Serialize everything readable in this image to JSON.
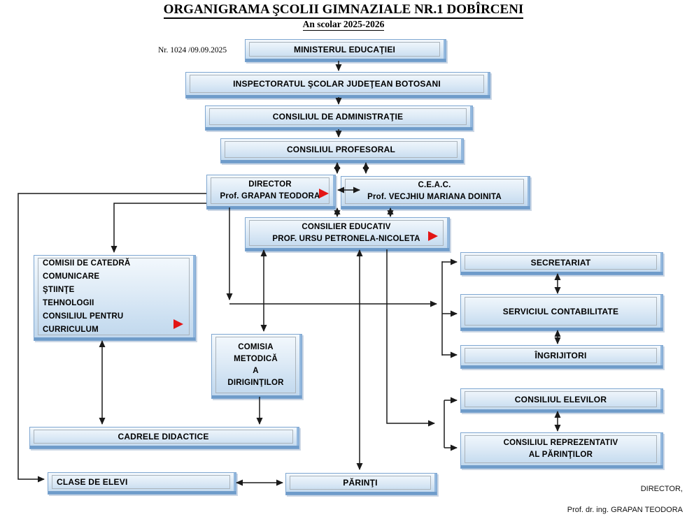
{
  "header": {
    "title": "ORGANIGRAMA ŞCOLII GIMNAZIALE NR.1 DOBÎRCENI",
    "subtitle": "An scolar 2025-2026",
    "doc_number": "Nr. 1024 /09.09.2025"
  },
  "signature": {
    "role": "DIRECTOR,",
    "name": "Prof. dr. ing. GRAPAN TEODORA"
  },
  "nodes": {
    "ministerul": {
      "label": "MINISTERUL EDUCAŢIEI"
    },
    "inspectoratul": {
      "label": "INSPECTORATUL ŞCOLAR JUDEŢEAN BOTOSANI"
    },
    "consiliul_administratie": {
      "label": "CONSILIUL DE ADMINISTRAŢIE"
    },
    "consiliul_profesoral": {
      "label": "CONSILIUL PROFESORAL"
    },
    "director": {
      "lines": [
        "DIRECTOR",
        "Prof. GRAPAN TEODORA"
      ]
    },
    "ceac": {
      "lines": [
        "C.E.A.C.",
        "Prof. VECJHIU MARIANA DOINITA"
      ]
    },
    "consilier_educativ": {
      "lines": [
        "CONSILIER EDUCATIV",
        "PROF. URSU PETRONELA-NICOLETA"
      ]
    },
    "comisii": {
      "lines": [
        "COMISII DE CATEDRĂ",
        "COMUNICARE",
        "ŞTIINŢE",
        "TEHNOLOGII",
        "CONSILIUL PENTRU",
        "CURRICULUM"
      ]
    },
    "secretariat": {
      "label": "SECRETARIAT"
    },
    "serviciul_contabilitate": {
      "label": "SERVICIUL CONTABILITATE"
    },
    "ingrijitori": {
      "label": "ÎNGRIJITORI"
    },
    "comisia_metodica": {
      "lines": [
        "COMISIA",
        "METODICĂ",
        "A",
        "DIRIGINŢILOR"
      ]
    },
    "consiliul_elevilor": {
      "label": "CONSILIUL ELEVILOR"
    },
    "consiliul_parintilor": {
      "lines": [
        "CONSILIUL REPREZENTATIV",
        "AL PĂRINŢILOR"
      ]
    },
    "cadrele_didactice": {
      "label": "CADRELE DIDACTICE"
    },
    "clase_de_elevi": {
      "label": "CLASE DE ELEVI"
    },
    "parinti": {
      "label": "PĂRINŢI"
    }
  },
  "edges": [
    {
      "from": "ministerul",
      "to": "inspectoratul",
      "type": "arrow"
    },
    {
      "from": "inspectoratul",
      "to": "consiliul_administratie",
      "type": "arrow"
    },
    {
      "from": "consiliul_administratie",
      "to": "consiliul_profesoral",
      "type": "arrow"
    },
    {
      "from": "consiliul_profesoral",
      "to": "director",
      "type": "double"
    },
    {
      "from": "consiliul_profesoral",
      "to": "ceac",
      "type": "double"
    },
    {
      "from": "director",
      "to": "ceac",
      "type": "double"
    },
    {
      "from": "director",
      "to": "consilier_educativ",
      "type": "double"
    },
    {
      "from": "ceac",
      "to": "consilier_educativ",
      "type": "double"
    },
    {
      "from": "director",
      "to": "comisii",
      "type": "arrow"
    },
    {
      "from": "director",
      "to": "clase_de_elevi",
      "type": "arrow"
    },
    {
      "from": "director",
      "to": "secretariat",
      "type": "arrow"
    },
    {
      "from": "director",
      "to": "serviciul_contabilitate",
      "type": "arrow"
    },
    {
      "from": "director",
      "to": "ingrijitori",
      "type": "arrow"
    },
    {
      "from": "consilier_educativ",
      "to": "comisia_metodica",
      "type": "double"
    },
    {
      "from": "consilier_educativ",
      "to": "parinti",
      "type": "double"
    },
    {
      "from": "consilier_educativ",
      "to": "consiliul_elevilor",
      "type": "arrow"
    },
    {
      "from": "consilier_educativ",
      "to": "consiliul_parintilor",
      "type": "arrow"
    },
    {
      "from": "secretariat",
      "to": "serviciul_contabilitate",
      "type": "double"
    },
    {
      "from": "serviciul_contabilitate",
      "to": "ingrijitori",
      "type": "double"
    },
    {
      "from": "consiliul_elevilor",
      "to": "consiliul_parintilor",
      "type": "double"
    },
    {
      "from": "comisii",
      "to": "cadrele_didactice",
      "type": "double"
    },
    {
      "from": "comisia_metodica",
      "to": "cadrele_didactice",
      "type": "arrow"
    },
    {
      "from": "clase_de_elevi",
      "to": "parinti",
      "type": "double"
    }
  ],
  "colors": {
    "box_fill_top": "#f4f9fd",
    "box_fill_bottom": "#bfd6ec",
    "box_border": "#7fa7d1",
    "box_shadow": "#6f9cca",
    "inner_outline": "#aab3bb",
    "line": "#1a1a1a",
    "red_marker": "#e31515",
    "text": "#000000"
  }
}
